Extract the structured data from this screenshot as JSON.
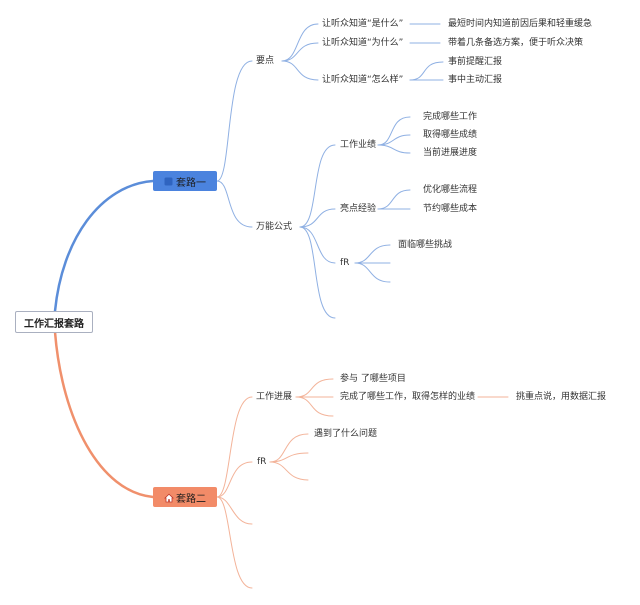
{
  "colors": {
    "blue_branch": "#5b8dd9",
    "blue_node": "#4b83de",
    "blue_thin": "#8fb0e3",
    "orange_branch": "#f0906c",
    "orange_node": "#f28b68",
    "orange_thin": "#f3b399"
  },
  "root": {
    "label": "工作汇报套路"
  },
  "branch1": {
    "label": "套路一",
    "icon": "square-icon",
    "yaodian": {
      "label": "要点",
      "items": [
        {
          "label": "让听众知道“是什么”",
          "detail": "最短时间内知道前因后果和轻重缓急"
        },
        {
          "label": "让听众知道“为什么”",
          "detail": "带着几条备选方案，便于听众决策"
        },
        {
          "label": "让听众知道“怎么样”",
          "subs": [
            "事前提醒汇报",
            "事中主动汇报"
          ]
        }
      ]
    },
    "formula": {
      "label": "万能公式",
      "groups": [
        {
          "label": "工作业绩",
          "items": [
            "完成哪些工作",
            "取得哪些成绩",
            "当前进展进度"
          ]
        },
        {
          "label": "亮点经验",
          "items": [
            "优化哪些流程",
            "节约哪些成本"
          ]
        },
        {
          "label": "fR",
          "items": [
            "面临哪些挑战"
          ]
        }
      ]
    }
  },
  "branch2": {
    "label": "套路二",
    "icon": "home-icon",
    "progress": {
      "label": "工作进展",
      "items": [
        "参与 了哪些项目",
        "完成了哪些工作，取得怎样的业绩"
      ],
      "tip": "挑重点说，用数据汇报"
    },
    "fr": {
      "label": "fR",
      "items": [
        "遇到了什么问题"
      ]
    }
  }
}
